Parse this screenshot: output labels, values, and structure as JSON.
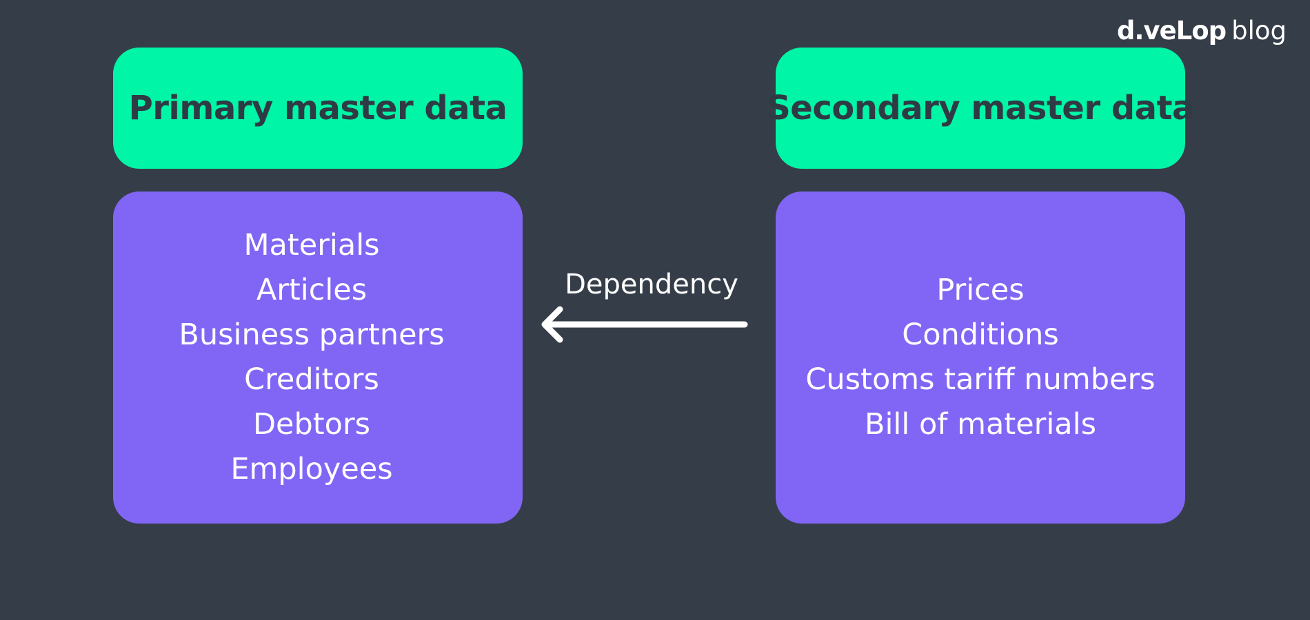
{
  "colors": {
    "background": "#353d48",
    "header_fill": "#00f5a6",
    "header_text": "#2f3a44",
    "list_fill": "#8166f5",
    "list_text": "#ffffff",
    "arrow": "#ffffff"
  },
  "logo": {
    "brand": "d.veLop",
    "suffix": "blog"
  },
  "diagram": {
    "primary": {
      "title": "Primary master data",
      "items": [
        "Materials",
        "Articles",
        "Business partners",
        "Creditors",
        "Debtors",
        "Employees"
      ]
    },
    "secondary": {
      "title": "Secondary master data",
      "items": [
        "Prices",
        "Conditions",
        "Customs tariff numbers",
        "Bill of materials"
      ]
    },
    "edge": {
      "label": "Dependency",
      "from": "secondary",
      "to": "primary"
    }
  }
}
